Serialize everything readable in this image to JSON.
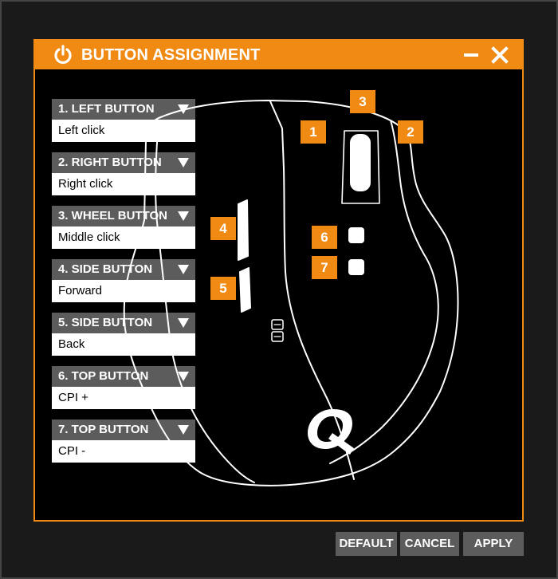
{
  "window": {
    "title": "BUTTON ASSIGNMENT",
    "accent": "#f08a12",
    "icons": {
      "title": "power-icon",
      "minimize": "minimize-icon",
      "close": "close-icon"
    }
  },
  "assignments": [
    {
      "header": "1. LEFT BUTTON",
      "value": "Left click"
    },
    {
      "header": "2. RIGHT BUTTON",
      "value": "Right click"
    },
    {
      "header": "3. WHEEL BUTTON",
      "value": "Middle click"
    },
    {
      "header": "4. SIDE BUTTON",
      "value": "Forward"
    },
    {
      "header": "5. SIDE BUTTON",
      "value": "Back"
    },
    {
      "header": "6. TOP BUTTON",
      "value": "CPI +"
    },
    {
      "header": "7. TOP BUTTON",
      "value": "CPI -"
    }
  ],
  "mouse": {
    "markers": [
      "1",
      "2",
      "3",
      "4",
      "5",
      "6",
      "7"
    ],
    "logo": "Q"
  },
  "footer": {
    "default_label": "DEFAULT",
    "cancel_label": "CANCEL",
    "apply_label": "APPLY"
  }
}
